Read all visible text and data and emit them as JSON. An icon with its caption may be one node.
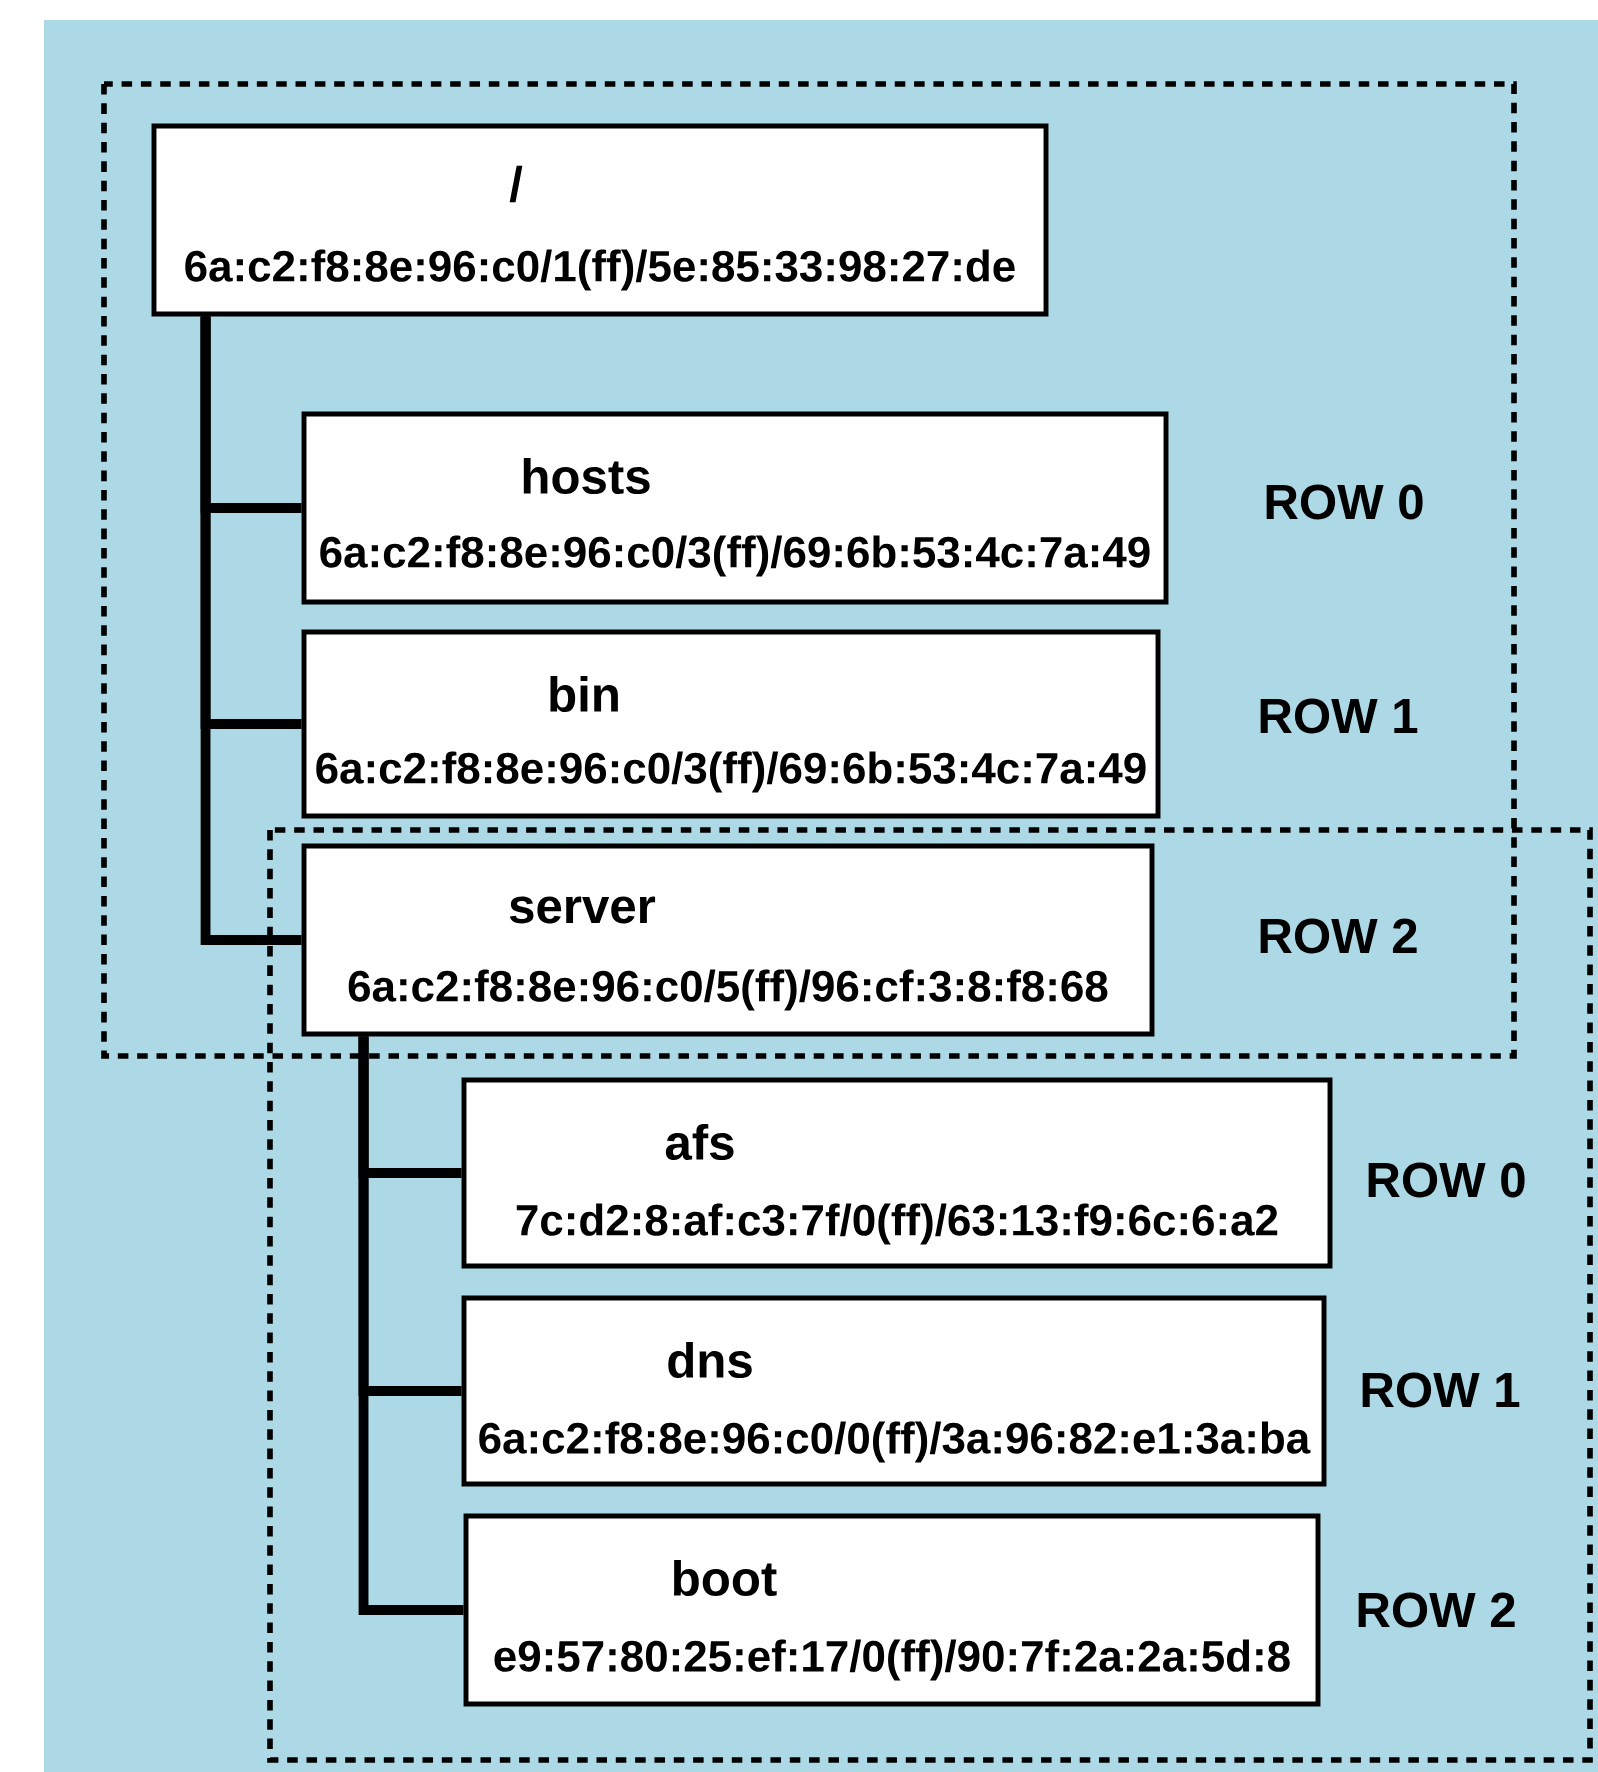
{
  "diagram": {
    "nodes": [
      {
        "text": [
          "/",
          "6a:c2:f8:8e:96:c0/1(ff)/5e:85:33:98:27:de"
        ]
      },
      {
        "text": [
          "hosts",
          "6a:c2:f8:8e:96:c0/3(ff)/69:6b:53:4c:7a:49"
        ]
      },
      {
        "text": [
          "bin",
          "6a:c2:f8:8e:96:c0/3(ff)/69:6b:53:4c:7a:49"
        ]
      },
      {
        "text": [
          "server",
          "6a:c2:f8:8e:96:c0/5(ff)/96:cf:3:8:f8:68"
        ]
      },
      {
        "text": [
          "afs",
          "7c:d2:8:af:c3:7f/0(ff)/63:13:f9:6c:6:a2"
        ]
      },
      {
        "text": [
          "dns",
          "6a:c2:f8:8e:96:c0/0(ff)/3a:96:82:e1:3a:ba"
        ]
      },
      {
        "text": [
          "boot",
          "e9:57:80:25:ef:17/0(ff)/90:7f:2a:2a:5d:8"
        ]
      }
    ],
    "edges": [
      {
        "from": 0,
        "to": 1,
        "arrow": "none"
      },
      {
        "from": 0,
        "to": 2,
        "arrow": "none"
      },
      {
        "from": 0,
        "to": 3,
        "arrow": "none"
      },
      {
        "from": 3,
        "to": 4,
        "arrow": "none"
      },
      {
        "from": 3,
        "to": 5,
        "arrow": "none"
      },
      {
        "from": 3,
        "to": 6,
        "arrow": "none"
      }
    ],
    "labels": [
      "ROW 0",
      "ROW 1",
      "ROW 2",
      "ROW 0",
      "ROW 1",
      "ROW 2"
    ]
  }
}
